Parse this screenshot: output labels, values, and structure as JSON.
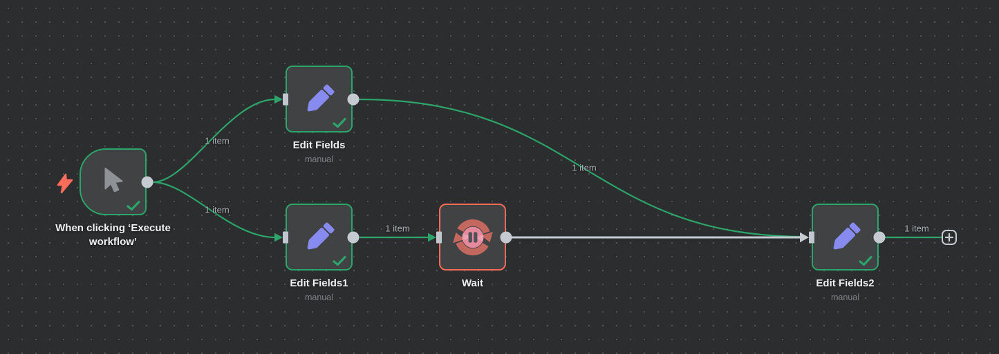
{
  "workflow": {
    "nodes": [
      {
        "id": "manual-trigger",
        "label": "When clicking ‘Execute workflow’",
        "status": "success",
        "icon": "cursor-icon"
      },
      {
        "id": "edit-fields",
        "label": "Edit Fields",
        "subtitle": "manual",
        "status": "success",
        "icon": "pencil-icon"
      },
      {
        "id": "edit-fields1",
        "label": "Edit Fields1",
        "subtitle": "manual",
        "status": "success",
        "icon": "pencil-icon"
      },
      {
        "id": "wait",
        "label": "Wait",
        "status": "waiting",
        "icon": "pause-sync-icon"
      },
      {
        "id": "edit-fields2",
        "label": "Edit Fields2",
        "subtitle": "manual",
        "status": "success",
        "icon": "pencil-icon"
      }
    ],
    "connections": [
      {
        "from": "When clicking ‘Execute workflow’",
        "to": "Edit Fields",
        "label": "1 item",
        "state": "success"
      },
      {
        "from": "When clicking ‘Execute workflow’",
        "to": "Edit Fields1",
        "label": "1 item",
        "state": "success"
      },
      {
        "from": "Edit Fields1",
        "to": "Wait",
        "label": "1 item",
        "state": "success"
      },
      {
        "from": "Edit Fields",
        "to": "Edit Fields2",
        "label": "1 item",
        "state": "success"
      },
      {
        "from": "Wait",
        "to": "Edit Fields2",
        "state": "pending"
      },
      {
        "from": "Edit Fields2",
        "to": "add-node-button",
        "label": "1 item",
        "state": "success"
      }
    ],
    "badges": {
      "trigger_badge": "lightning-bolt-icon",
      "status_badge": "check-icon"
    },
    "add_button": {
      "icon": "plus-icon"
    },
    "colors": {
      "canvas_background": "#2c2d2e",
      "node_background": "#414244",
      "success_green": "#2ca46b",
      "waiting_coral": "#ff6d5a",
      "pencil_purple": "#878bf0",
      "cursor_gray": "#8e9196",
      "connector_gray": "#c5cad1"
    }
  }
}
